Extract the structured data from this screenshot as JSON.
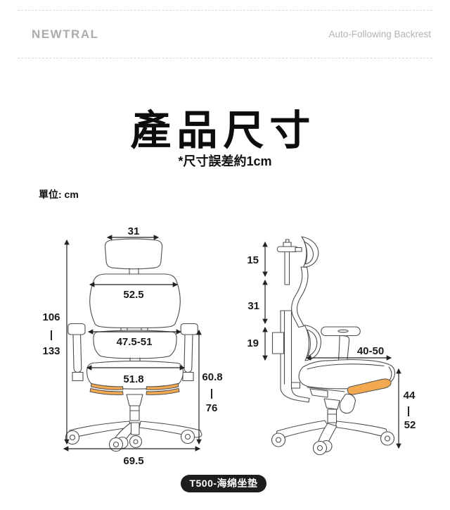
{
  "header": {
    "brand": "NEWTRAL",
    "tagline": "Auto-Following Backrest"
  },
  "title": "產品尺寸",
  "subtitle": "*尺寸誤差約1cm",
  "unit_label": "單位: cm",
  "front_view": {
    "headrest_width": "31",
    "backrest_width": "52.5",
    "armrest_width": "47.5-51",
    "seat_width": "51.8",
    "base_width": "69.5",
    "total_height": {
      "min": "106",
      "sep": "|",
      "max": "133"
    },
    "armrest_floor_height": {
      "min": "60.8",
      "sep": "|",
      "max": "76"
    }
  },
  "side_view": {
    "headrest_height": "15",
    "backrest_height": "31",
    "lumbar_height": "19",
    "seat_depth": "40-50",
    "seat_height": {
      "min": "44",
      "sep": "|",
      "max": "52"
    }
  },
  "badge_label": "T500-海绵坐垫",
  "colors": {
    "accent_orange": "#F3A950",
    "line_gray": "#4d4d4d",
    "dim_black": "#222222",
    "header_gray": "#acacac",
    "badge_bg": "#1d1d1d"
  }
}
